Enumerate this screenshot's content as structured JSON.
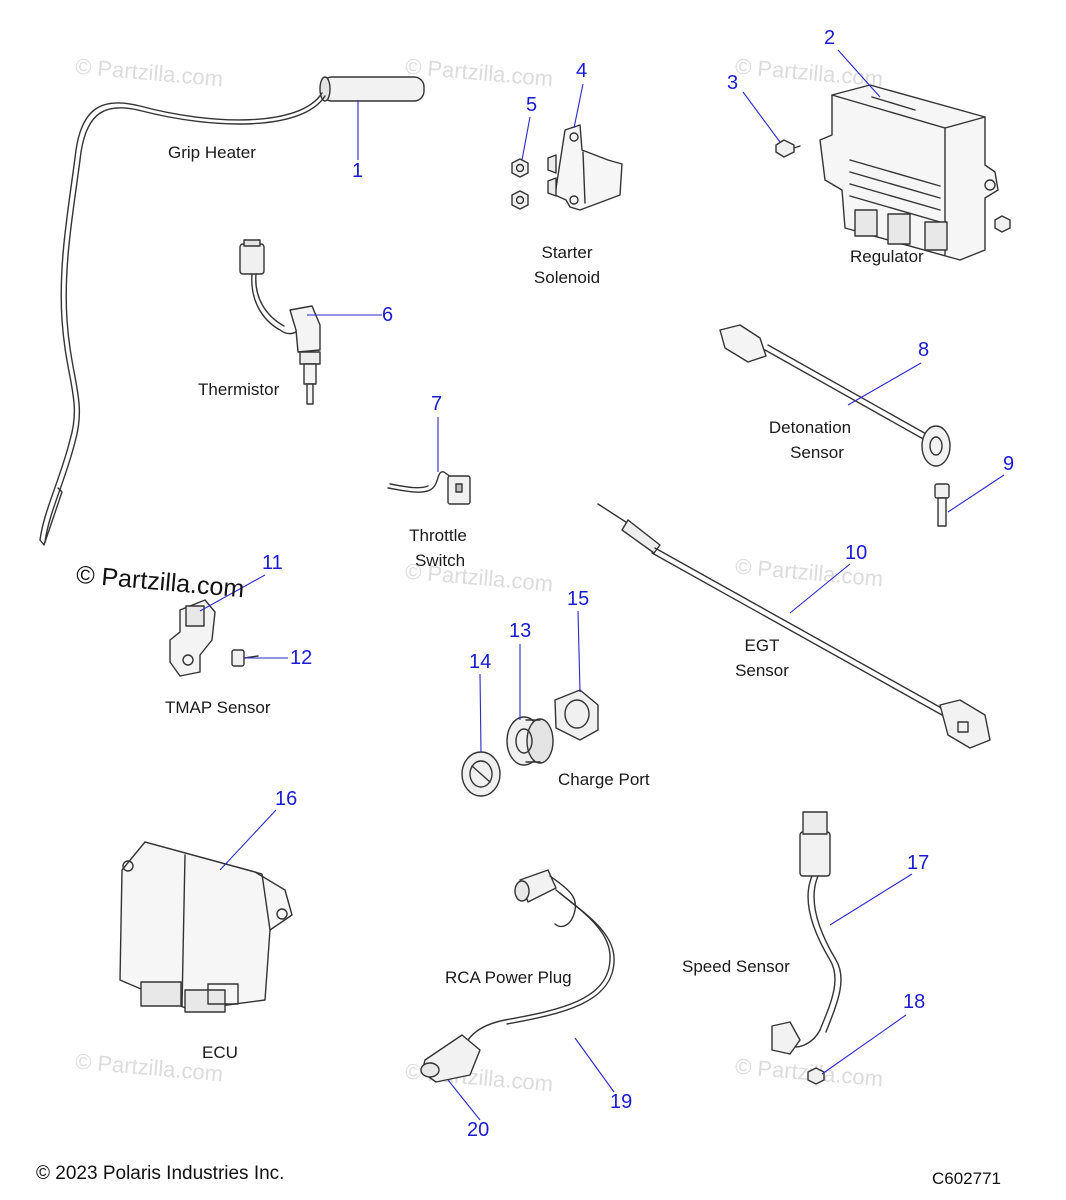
{
  "parts": [
    {
      "num": "1",
      "name": "Grip Heater"
    },
    {
      "num": "2",
      "name": "Regulator"
    },
    {
      "num": "3",
      "name": ""
    },
    {
      "num": "4",
      "name": "Starter Solenoid"
    },
    {
      "num": "5",
      "name": ""
    },
    {
      "num": "6",
      "name": "Thermistor"
    },
    {
      "num": "7",
      "name": "Throttle Switch"
    },
    {
      "num": "8",
      "name": "Detonation Sensor"
    },
    {
      "num": "9",
      "name": ""
    },
    {
      "num": "10",
      "name": "EGT Sensor"
    },
    {
      "num": "11",
      "name": "TMAP Sensor"
    },
    {
      "num": "12",
      "name": ""
    },
    {
      "num": "13",
      "name": "Charge Port"
    },
    {
      "num": "14",
      "name": ""
    },
    {
      "num": "15",
      "name": ""
    },
    {
      "num": "16",
      "name": "ECU"
    },
    {
      "num": "17",
      "name": "Speed Sensor"
    },
    {
      "num": "18",
      "name": ""
    },
    {
      "num": "19",
      "name": "RCA Power Plug"
    },
    {
      "num": "20",
      "name": ""
    }
  ],
  "labels": {
    "grip_heater": "Grip Heater",
    "starter_l1": "Starter",
    "starter_l2": "Solenoid",
    "regulator": "Regulator",
    "thermistor": "Thermistor",
    "detonation_l1": "Detonation",
    "detonation_l2": "Sensor",
    "throttle_l1": "Throttle",
    "throttle_l2": "Switch",
    "tmap": "TMAP Sensor",
    "egt_l1": "EGT",
    "egt_l2": "Sensor",
    "charge_port": "Charge Port",
    "ecu": "ECU",
    "rca": "RCA Power Plug",
    "speed_sensor": "Speed Sensor"
  },
  "watermark": "© Partzilla.com",
  "footer": {
    "copyright": "© 2023 Polaris Industries Inc.",
    "diagram_code": "C602771"
  },
  "colors": {
    "callout_number": "#1a1ad0",
    "leader_line": "#2a2ac8",
    "part_stroke": "#333333",
    "watermark": "#dcdcdc"
  }
}
